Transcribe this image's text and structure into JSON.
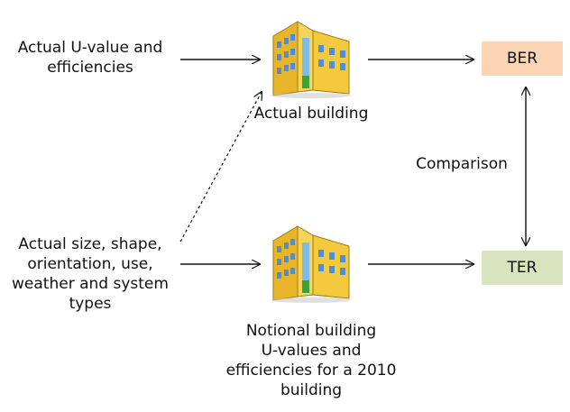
{
  "left_top_text": [
    "Actual U-value and",
    "efficiencies"
  ],
  "left_bottom_text": [
    "Actual size, shape,",
    "orientation, use,",
    "weather and system",
    "types"
  ],
  "actual_building_label": "Actual building",
  "notional_building_label": [
    "Notional building",
    "U-values and",
    "efficiencies for a 2010",
    "building"
  ],
  "ber_label": "BER",
  "ter_label": "TER",
  "comparison_label": "Comparison",
  "colors": {
    "ber_box": "#fbd4b4",
    "ter_box": "#d7e4bd",
    "arrow": "#111111"
  },
  "icons": {
    "actual_building": "office-building-icon",
    "notional_building": "office-building-icon"
  }
}
